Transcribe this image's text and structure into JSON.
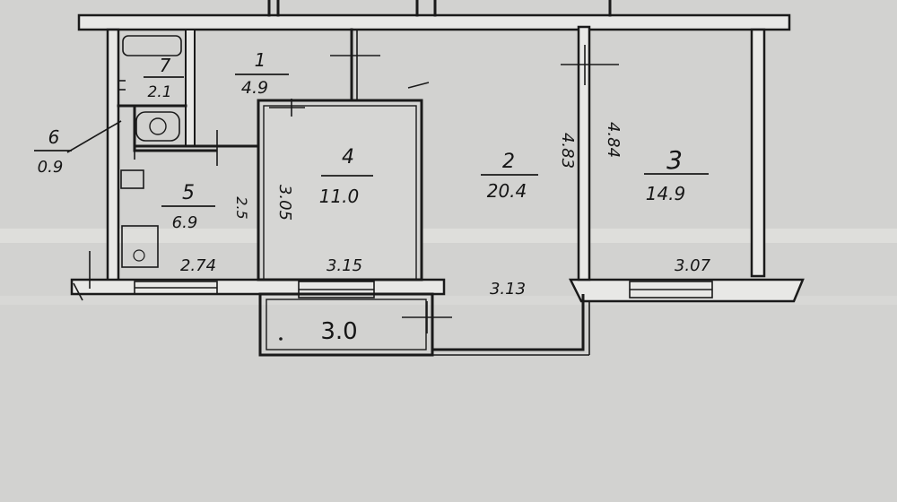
{
  "plan": {
    "rooms": [
      {
        "id": "1",
        "number": "1",
        "area": "4.9"
      },
      {
        "id": "2",
        "number": "2",
        "area": "20.4"
      },
      {
        "id": "3",
        "number": "3",
        "area": "14.9"
      },
      {
        "id": "4",
        "number": "4",
        "area": "11.0"
      },
      {
        "id": "5",
        "number": "5",
        "area": "6.9"
      },
      {
        "id": "6",
        "number": "6",
        "area": "0.9"
      },
      {
        "id": "7",
        "number": "7",
        "area": "2.1"
      }
    ],
    "balcony_area": "3.0",
    "dimensions": {
      "kitchen_width": "2.74",
      "room4_width": "3.15",
      "room2_width": "3.13",
      "room3_width": "3.07",
      "room4_depth": "3.05",
      "room2_depth": "4.83",
      "room3_depth": "4.84",
      "kitchen_depth": "2.5"
    }
  }
}
